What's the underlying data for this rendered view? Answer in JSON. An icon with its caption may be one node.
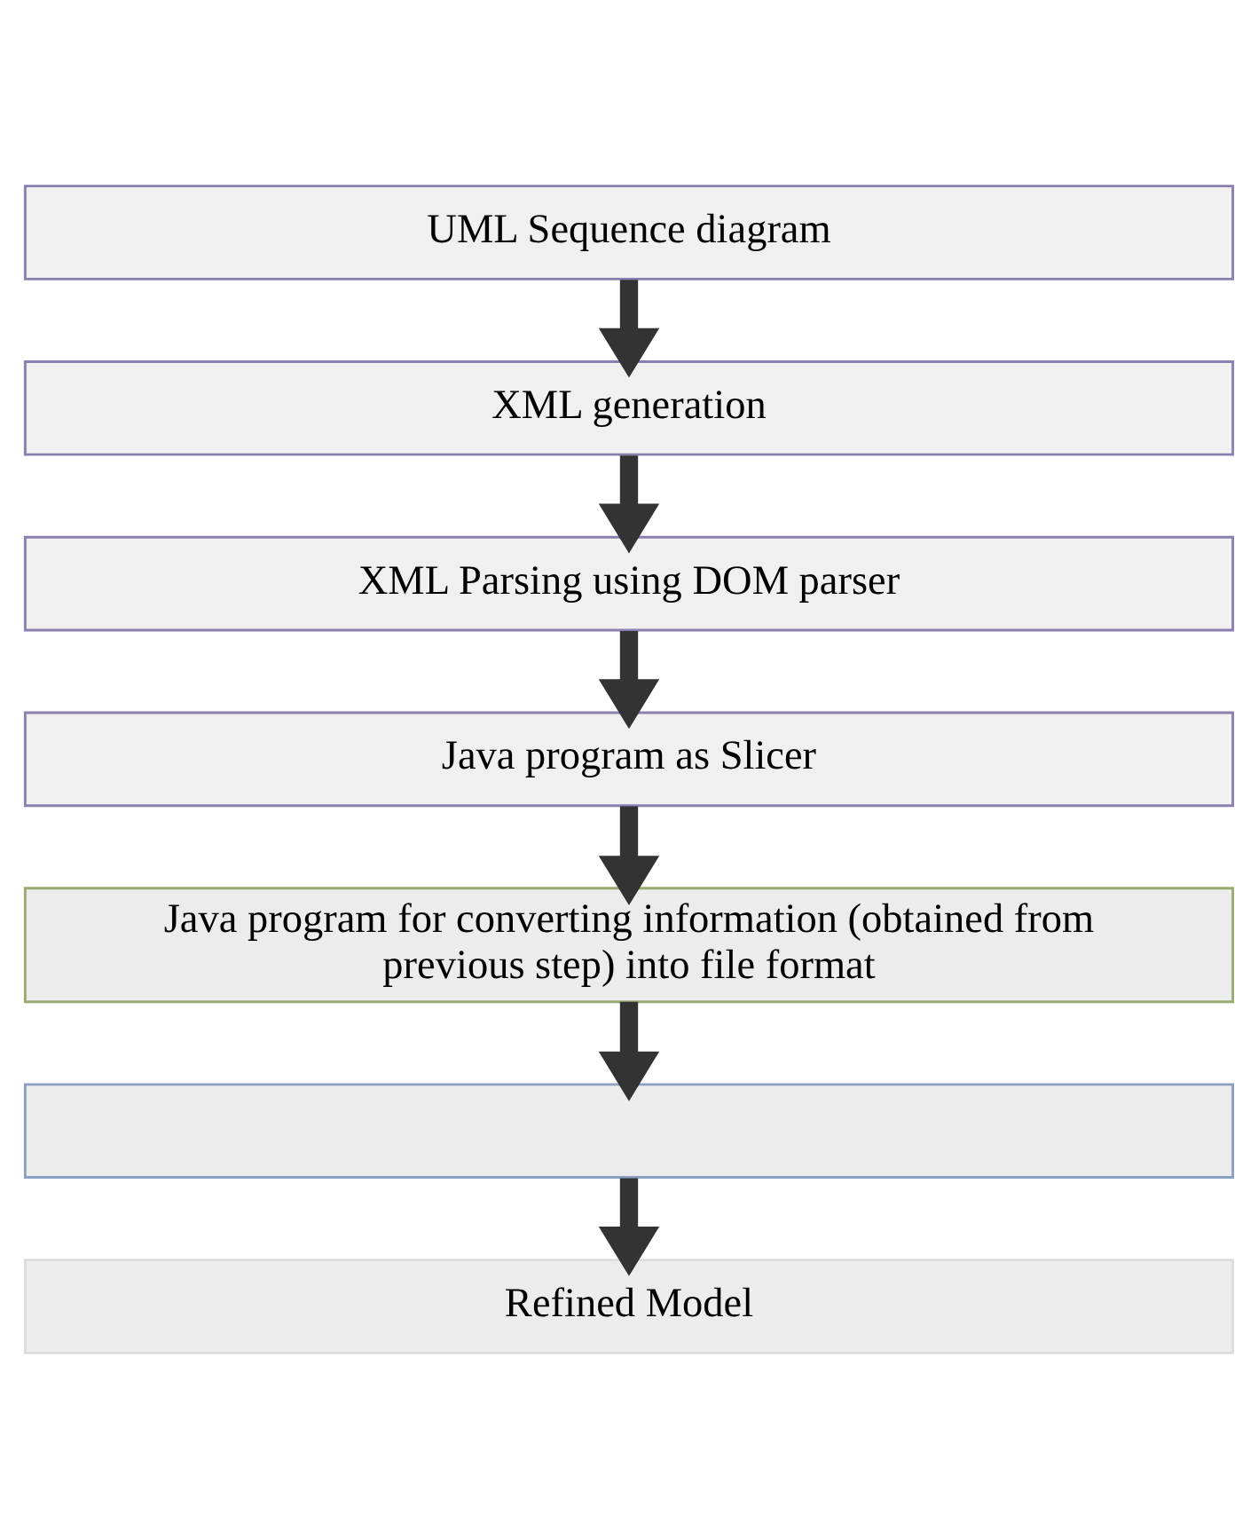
{
  "diagram": {
    "nodes": [
      {
        "text": [
          "UML Sequence diagram"
        ]
      },
      {
        "text": [
          "XML generation"
        ]
      },
      {
        "text": [
          "XML Parsing using DOM parser"
        ]
      },
      {
        "text": [
          "Java program as Slicer"
        ]
      },
      {
        "text": [
          "Java program for converting information (obtained from previous step) into file format"
        ]
      },
      {
        "text": [],
        "shape": "box"
      },
      {
        "text": [
          "Refined Model"
        ]
      }
    ],
    "edges": [
      {
        "from": 0,
        "to": 1,
        "arrow": "to"
      },
      {
        "from": 1,
        "to": 2,
        "arrow": "to"
      },
      {
        "from": 2,
        "to": 3,
        "arrow": "to"
      },
      {
        "from": 3,
        "to": 4,
        "arrow": "to"
      },
      {
        "from": 4,
        "to": 5,
        "arrow": "to"
      },
      {
        "from": 5,
        "to": 6,
        "arrow": "to"
      }
    ]
  }
}
